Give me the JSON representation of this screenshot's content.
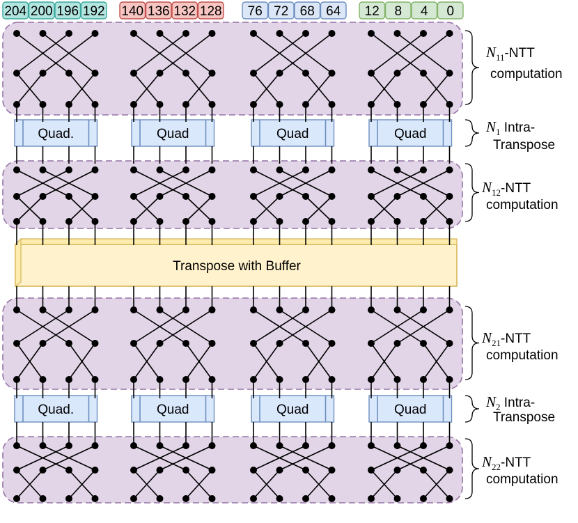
{
  "top_labels": [
    {
      "name": "teal-group",
      "fill": "#b3e5e0",
      "stroke": "#3ba99c",
      "values": [
        "204",
        "200",
        "196",
        "192"
      ]
    },
    {
      "name": "red-group",
      "fill": "#f7c6c2",
      "stroke": "#c0504d",
      "values": [
        "140",
        "136",
        "132",
        "128"
      ]
    },
    {
      "name": "blue-group",
      "fill": "#dbe7f6",
      "stroke": "#6c8ebf",
      "values": [
        "76",
        "72",
        "68",
        "64"
      ]
    },
    {
      "name": "green-group",
      "fill": "#d5e8d4",
      "stroke": "#82b366",
      "values": [
        "12",
        "8",
        "4",
        "0"
      ]
    }
  ],
  "quad_row1": [
    "Quad.",
    "Quad",
    "Quad",
    "Quad"
  ],
  "quad_row2": [
    "Quad.",
    "Quad",
    "Quad",
    "Quad"
  ],
  "transpose_buffer_label": "Transpose with Buffer",
  "side_labels": {
    "n11": {
      "sym": "N",
      "sub": "11",
      "line1_suffix": "-NTT",
      "line2": "computation"
    },
    "n1": {
      "sym": "N",
      "sub": "1",
      "line1_suffix": " Intra-",
      "line2": "Transpose"
    },
    "n12": {
      "sym": "N",
      "sub": "12",
      "line1_suffix": "-NTT",
      "line2": "computation"
    },
    "n21": {
      "sym": "N",
      "sub": "21",
      "line1_suffix": "-NTT",
      "line2": "computation"
    },
    "n2": {
      "sym": "N",
      "sub": "2",
      "line1_suffix": " Intra-",
      "line2": "Transpose"
    },
    "n22": {
      "sym": "N",
      "sub": "22",
      "line1_suffix": "-NTT",
      "line2": "computation"
    }
  },
  "colors": {
    "ntt_fill": "#e1d5e7",
    "ntt_stroke": "#9673a6",
    "quad_fill": "#dae8fc",
    "quad_stroke": "#6c8ebf",
    "buffer_fill": "#fff2cc",
    "buffer_stroke": "#d6b656",
    "wire": "#000000"
  }
}
